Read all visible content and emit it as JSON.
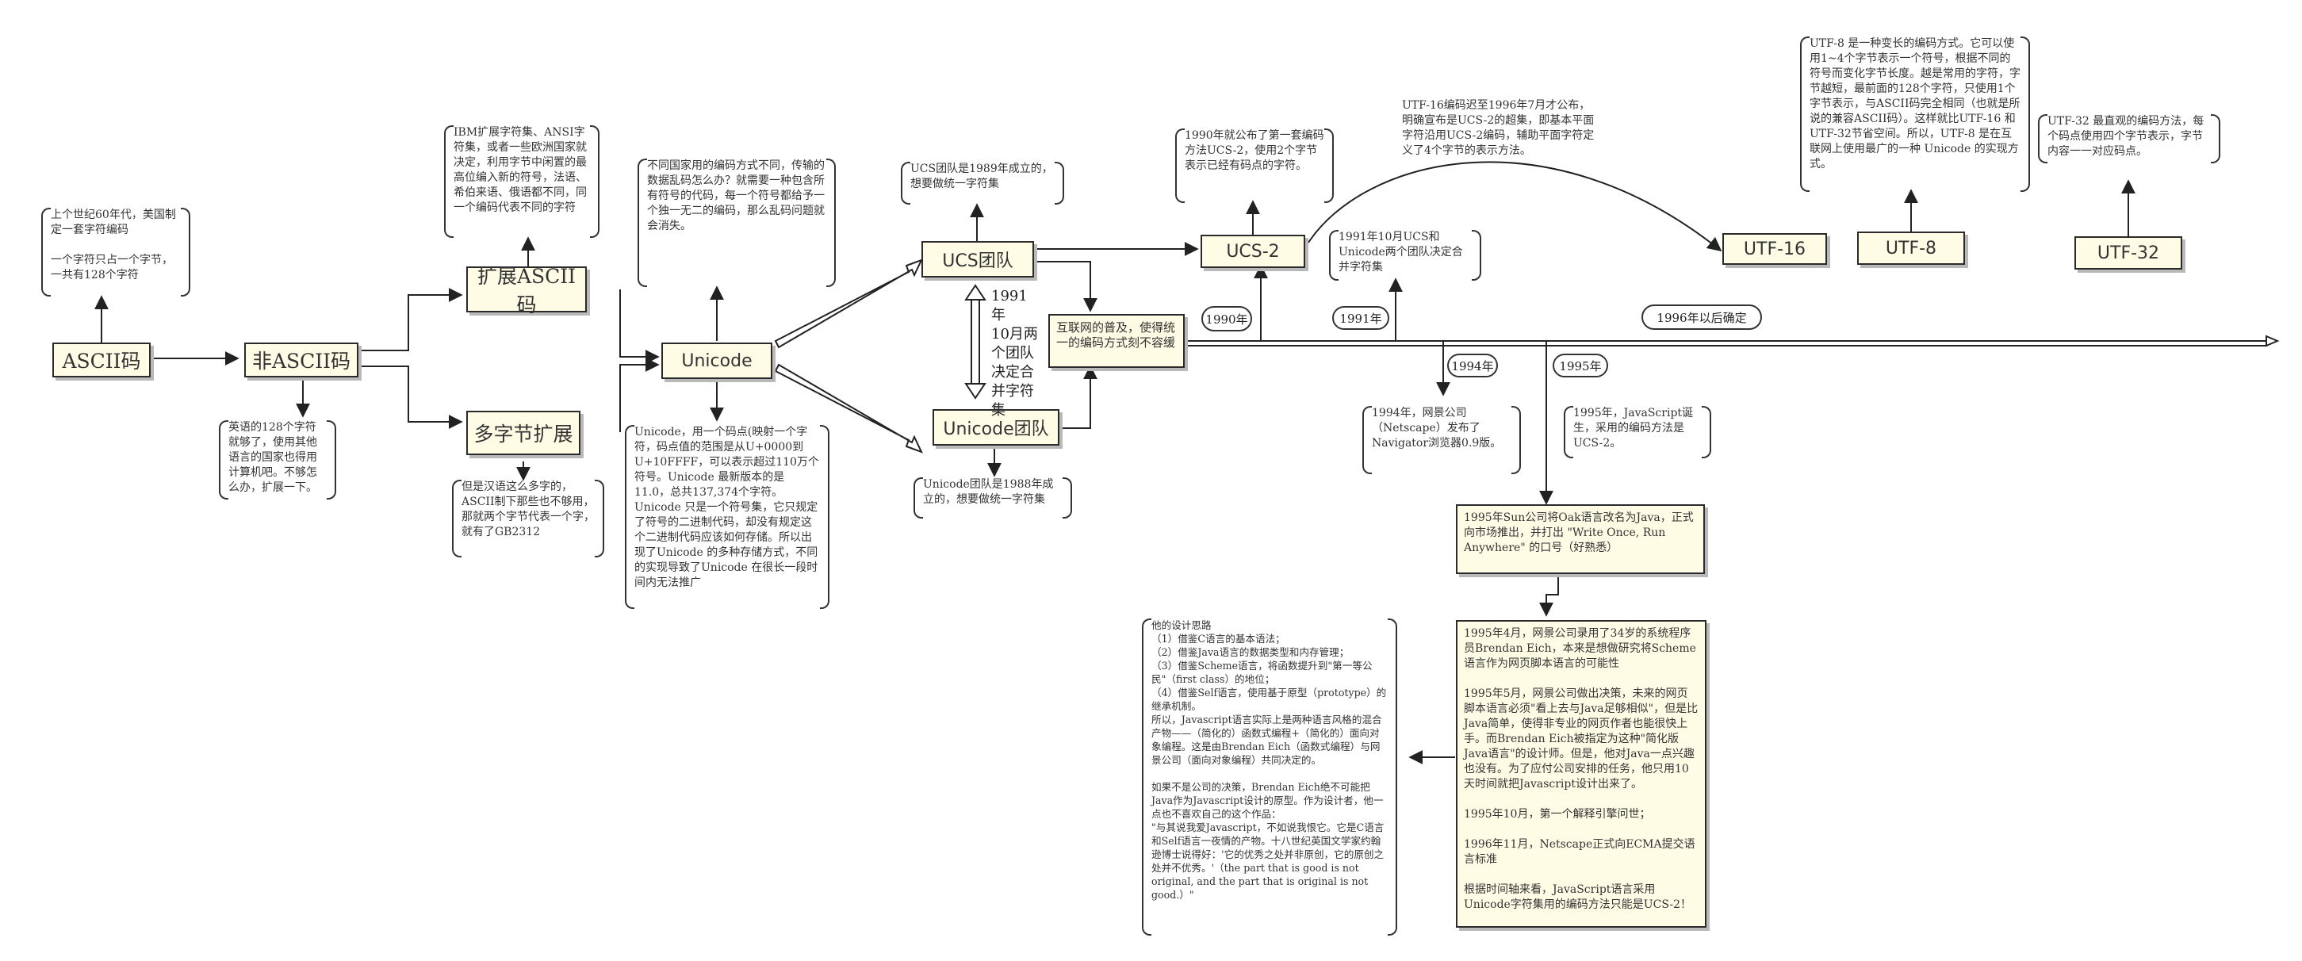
{
  "nodes": {
    "ascii": "ASCII码",
    "non_ascii": "非ASCII码",
    "ext_ascii": "扩展ASCII码",
    "multibyte": "多字节扩展",
    "unicode": "Unicode",
    "ucs_team": "UCS团队",
    "unicode_team": "Unicode团队",
    "internet": "互联网的普及，使得统一的编码方式刻不容缓",
    "ucs2": "UCS-2",
    "utf16": "UTF-16",
    "utf8": "UTF-8",
    "utf32": "UTF-32"
  },
  "labels": {
    "merge_1991": "1991年\n10月两\n个团队\n决定合\n并字符\n集"
  },
  "timeline": {
    "y1990": "1990年",
    "y1991": "1991年",
    "y1994": "1994年",
    "y1995": "1995年",
    "after1996": "1996年以后确定"
  },
  "notes": {
    "ascii": "上个世纪60年代，美国制定一套字符编码\n\n一个字符只占一个字节，一共有128个字符",
    "ext_ascii": "IBM扩展字符集、ANSI字符集，或者一些欧洲国家就决定，利用字节中闲置的最高位编入新的符号，法语、希伯来语、俄语都不同，同一个编码代表不同的字符",
    "non_ascii": "英语的128个字符就够了，使用其他语言的国家也得用计算机吧。不够怎么办，扩展一下。",
    "multibyte": "但是汉语这么多字的，ASCII制下那些也不够用，那就两个字节代表一个字，就有了GB2312",
    "unicode_top": "不同国家用的编码方式不同，传输的数据乱码怎么办？就需要一种包含所有符号的代码，每一个符号都给予一个独一无二的编码，那么乱码问题就会消失。",
    "unicode_bottom": "Unicode，用一个码点(映射一个字符，码点值的范围是从U+0000到U+10FFFF，可以表示超过110万个符号。Unicode 最新版本的是11.0，总共137,374个字符。Unicode 只是一个符号集，它只规定了符号的二进制代码，却没有规定这个二进制代码应该如何存储。所以出现了Unicode 的多种存储方式，不同的实现导致了Unicode 在很长一段时间内无法推广",
    "ucs_team": "UCS团队是1989年成立的，想要做统一字符集",
    "unicode_team": "Unicode团队是1988年成立的，想要做统一字符集",
    "ucs2_top": "1990年就公布了第一套编码方法UCS-2，使用2个字节表示已经有码点的字符。",
    "utf16_top": "UTF-16编码迟至1996年7月才公布，明确宣布是UCS-2的超集，即基本平面字符沿用UCS-2编码，辅助平面字符定义了4个字节的表示方法。",
    "merge_note": "1991年10月UCS和Unicode两个团队决定合并字符集",
    "utf8": "UTF-8 是一种变长的编码方式。它可以使用1~4个字节表示一个符号，根据不同的符号而变化字节长度。越是常用的字符，字节越短，最前面的128个字符，只使用1个字节表示，与ASCII码完全相同（也就是所说的兼容ASCII码）。这样就比UTF-16 和 UTF-32节省空间。所以，UTF-8 是在互联网上使用最广的一种 Unicode 的实现方式。",
    "utf32": "UTF-32 最直观的编码方法，每个码点使用四个字节表示，字节内容一一对应码点。",
    "netscape_1994": "1994年，网景公司（Netscape）发布了Navigator浏览器0.9版。",
    "js_1995": "1995年，JavaScript诞生，采用的编码方法是UCS-2。",
    "sun_java": "1995年Sun公司将Oak语言改名为Java，正式向市场推出，并打出 \"Write Once, Run Anywhere\" 的口号（好熟悉）",
    "js_history": "1995年4月，网景公司录用了34岁的系统程序员Brendan Eich，本来是想做研究将Scheme语言作为网页脚本语言的可能性\n\n1995年5月，网景公司做出决策，未来的网页脚本语言必须\"看上去与Java足够相似\"，但是比Java简单，使得非专业的网页作者也能很快上手。而Brendan Eich被指定为这种\"简化版Java语言\"的设计师。但是，他对Java一点兴趣也没有。为了应付公司安排的任务，他只用10天时间就把Javascript设计出来了。\n\n1995年10月，第一个解释引擎问世；\n\n1996年11月，Netscape正式向ECMA提交语言标准\n\n根据时间轴来看，JavaScript语言采用Unicode字符集用的编码方法只能是UCS-2！",
    "design": "他的设计思路\n（1）借鉴C语言的基本语法；\n（2）借鉴Java语言的数据类型和内存管理；\n（3）借鉴Scheme语言，将函数提升到\"第一等公民\"（first class）的地位；\n（4）借鉴Self语言，使用基于原型（prototype）的继承机制。\n所以，Javascript语言实际上是两种语言风格的混合产物——（简化的）函数式编程+（简化的）面向对象编程。这是由Brendan Eich（函数式编程）与网景公司（面向对象编程）共同决定的。\n\n如果不是公司的决策，Brendan Eich绝不可能把Java作为Javascript设计的原型。作为设计者，他一点也不喜欢自己的这个作品：\n\"与其说我爱Javascript，不如说我恨它。它是C语言和Self语言一夜情的产物。十八世纪英国文学家约翰逊博士说得好：'它的优秀之处并非原创，它的原创之处并不优秀。'（the part that is good is not original, and the part that is original is not good.）\""
  },
  "colors": {
    "node_fill": "#fffce6",
    "stroke": "#2a2a2a",
    "shadow": "#b9b9b9"
  }
}
